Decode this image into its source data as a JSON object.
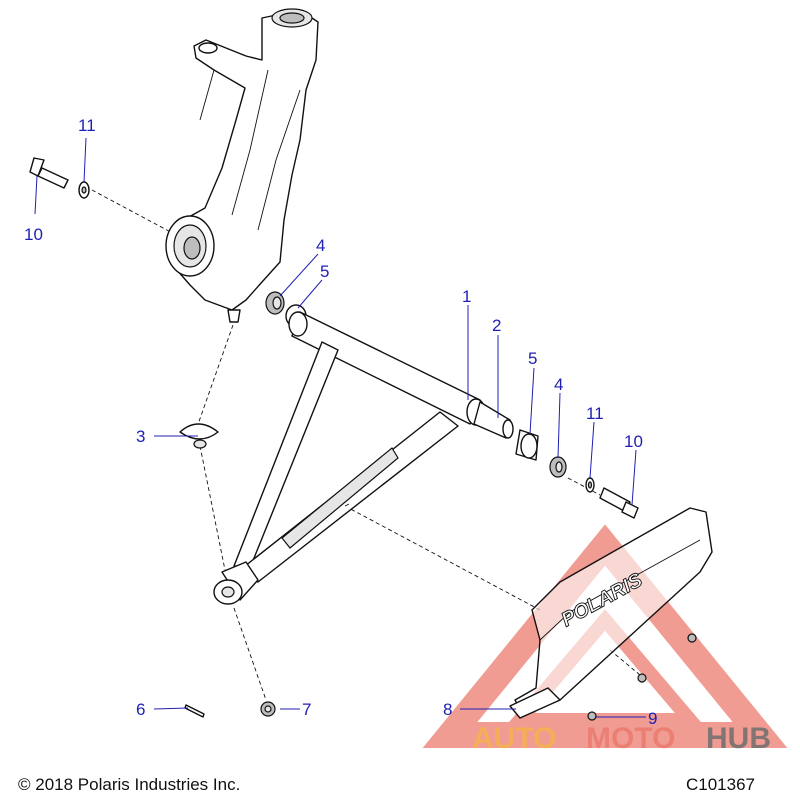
{
  "callouts": [
    {
      "id": "1",
      "label": "1"
    },
    {
      "id": "2",
      "label": "2"
    },
    {
      "id": "3",
      "label": "3"
    },
    {
      "id": "4a",
      "label": "4"
    },
    {
      "id": "4b",
      "label": "4"
    },
    {
      "id": "5a",
      "label": "5"
    },
    {
      "id": "5b",
      "label": "5"
    },
    {
      "id": "6",
      "label": "6"
    },
    {
      "id": "7",
      "label": "7"
    },
    {
      "id": "8",
      "label": "8"
    },
    {
      "id": "9",
      "label": "9"
    },
    {
      "id": "10a",
      "label": "10"
    },
    {
      "id": "10b",
      "label": "10"
    },
    {
      "id": "11a",
      "label": "11"
    },
    {
      "id": "11b",
      "label": "11"
    }
  ],
  "guard_logo_text": "POLARIS",
  "watermark": {
    "part1": "AUTO",
    "part2": "MOTO",
    "part3": "HUB",
    "color_warm": "#f6b24e",
    "color_red": "#ec7b6e",
    "color_dark": "#6e6e6e"
  },
  "copyright": "© 2018 Polaris Industries Inc.",
  "drawing_number": "C101367",
  "colors": {
    "callout": "#1f1fb4",
    "line": "#111111"
  }
}
